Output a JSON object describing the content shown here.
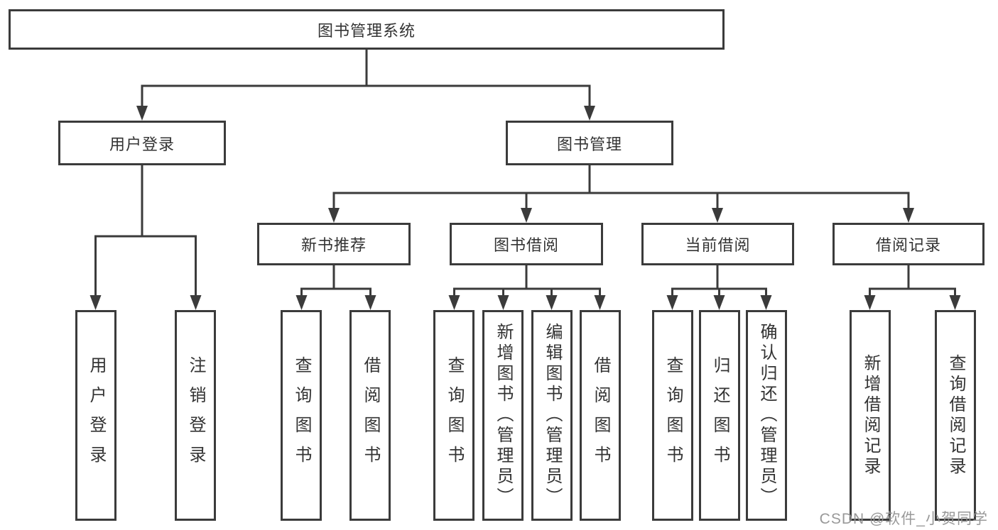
{
  "diagram": {
    "root": {
      "label": "图书管理系统"
    },
    "branches": [
      {
        "label": "用户登录",
        "children": [
          {
            "label": "用户登录"
          },
          {
            "label": "注销登录"
          }
        ]
      },
      {
        "label": "图书管理",
        "children": [
          {
            "label": "新书推荐",
            "children": [
              {
                "label": "查询图书"
              },
              {
                "label": "借阅图书"
              }
            ]
          },
          {
            "label": "图书借阅",
            "children": [
              {
                "label": "查询图书"
              },
              {
                "label": "新增图书（管理员）"
              },
              {
                "label": "编辑图书（管理员）"
              },
              {
                "label": "借阅图书"
              }
            ]
          },
          {
            "label": "当前借阅",
            "children": [
              {
                "label": "查询图书"
              },
              {
                "label": "归还图书"
              },
              {
                "label": "确认归还（管理员）"
              }
            ]
          },
          {
            "label": "借阅记录",
            "children": [
              {
                "label": "新增借阅记录"
              },
              {
                "label": "查询借阅记录"
              }
            ]
          }
        ]
      }
    ]
  },
  "watermark": {
    "text": "CSDN @软件_小贺同学"
  },
  "colors": {
    "line": "#3b3b3b",
    "text": "#333333",
    "watermark": "#949494",
    "background": "#ffffff"
  }
}
